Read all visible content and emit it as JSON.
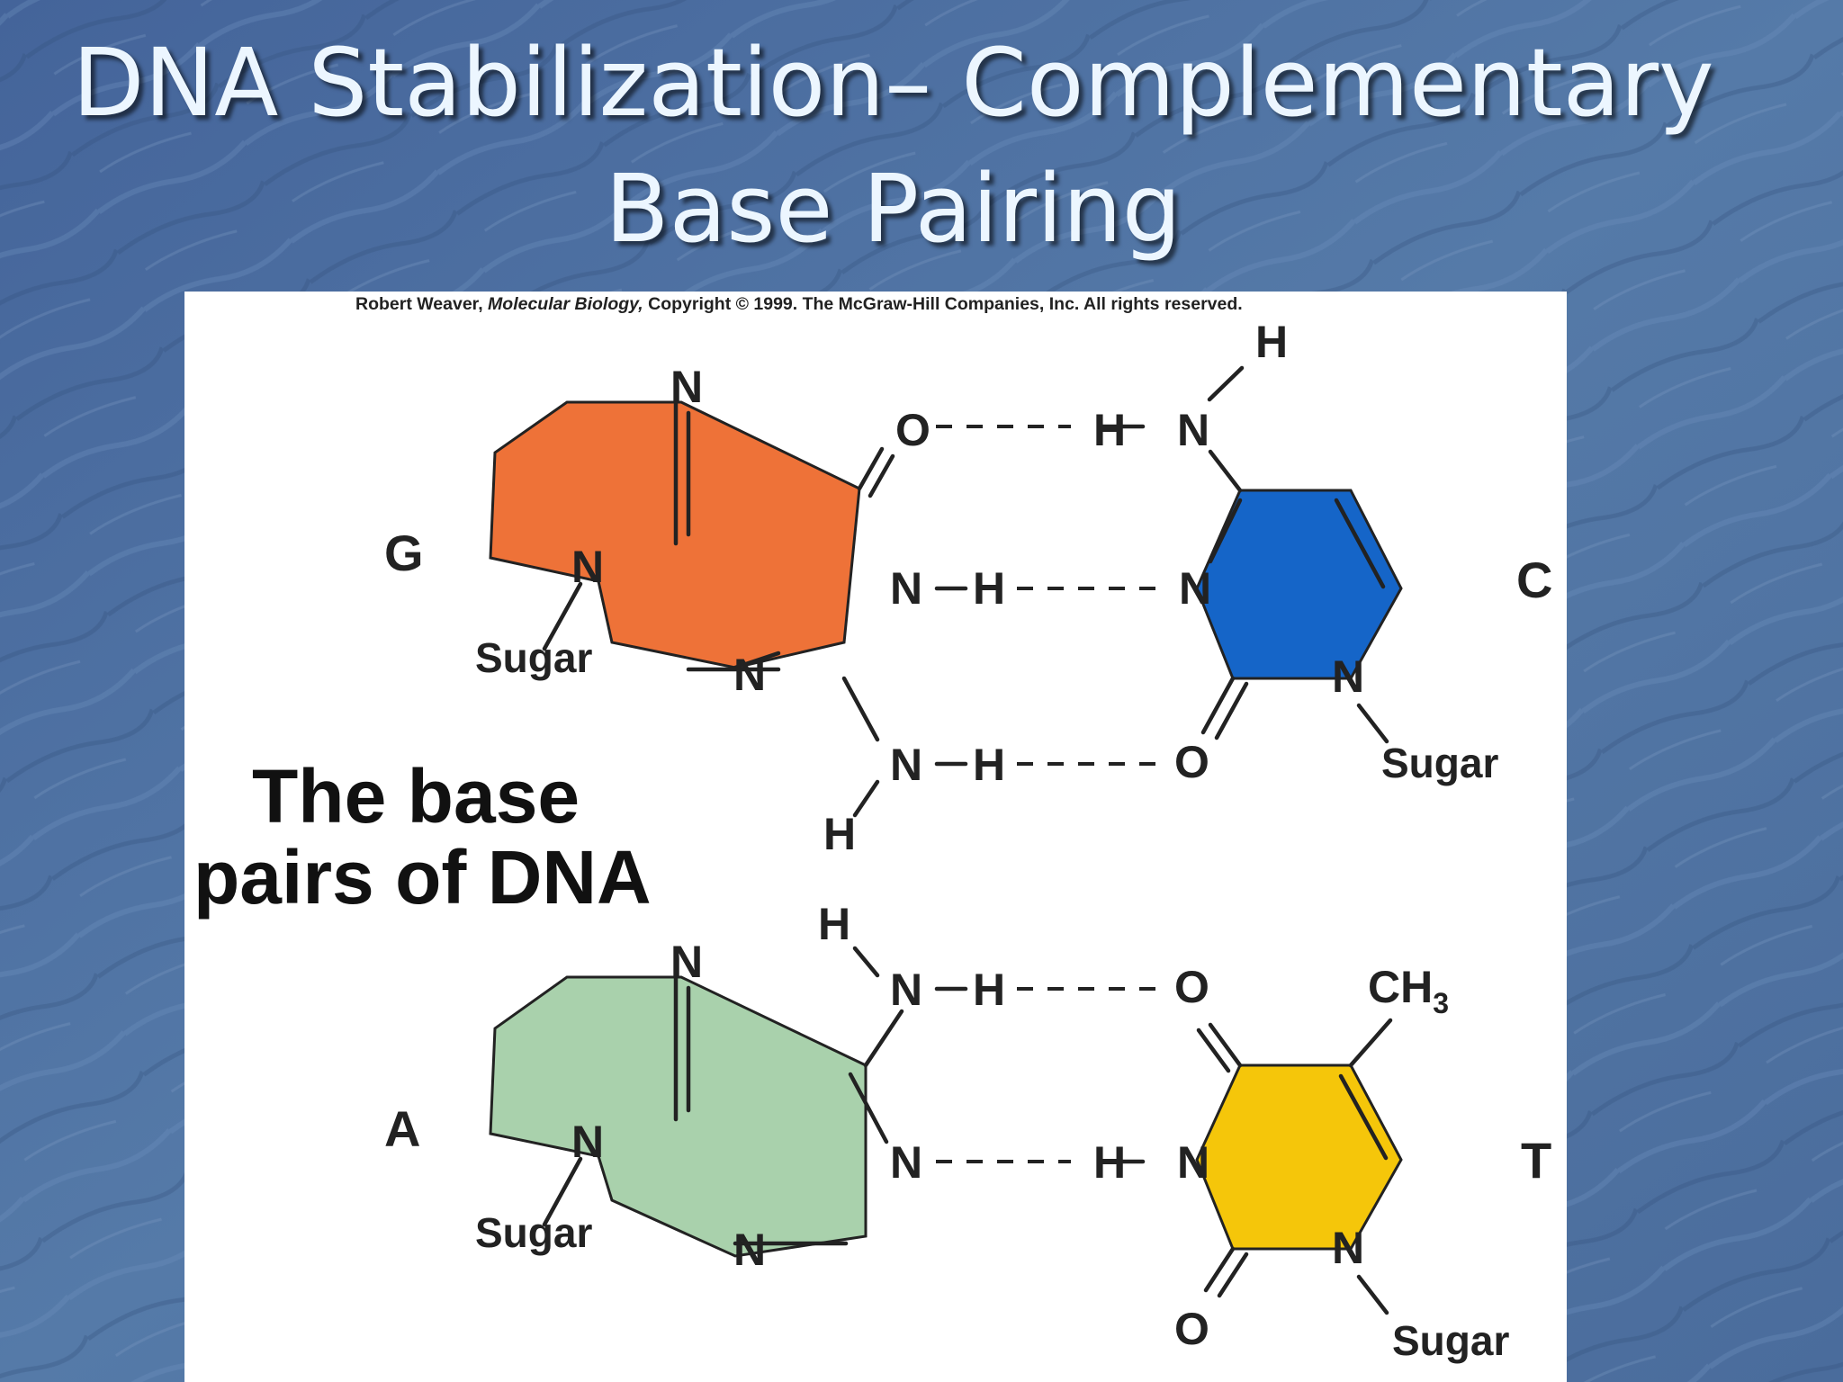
{
  "slide": {
    "title_line1": "DNA Stabilization– Complementary",
    "title_line2": "Base Pairing"
  },
  "figure": {
    "credit": {
      "author": "Robert Weaver,",
      "book": "Molecular Biology,",
      "rest": "Copyright © 1999. The McGraw-Hill Companies, Inc. All rights reserved."
    },
    "caption_line1": "The base",
    "caption_line2": "pairs of DNA",
    "pairs": [
      {
        "left_base": "G",
        "right_base": "C",
        "left_color": "#ee7238",
        "right_color": "#1565c8",
        "bonds": [
          "O- - - -H—N",
          "N—H- - - -N",
          "N—H- - - -O"
        ]
      },
      {
        "left_base": "A",
        "right_base": "T",
        "left_color": "#a9d1ac",
        "right_color": "#f5c60a",
        "bonds": [
          "N—H- - - -O",
          "N- - - -H—N"
        ]
      }
    ],
    "atoms": {
      "N": "N",
      "O": "O",
      "H": "H",
      "C": "C",
      "sub3": "3",
      "sugar": "Sugar"
    }
  }
}
